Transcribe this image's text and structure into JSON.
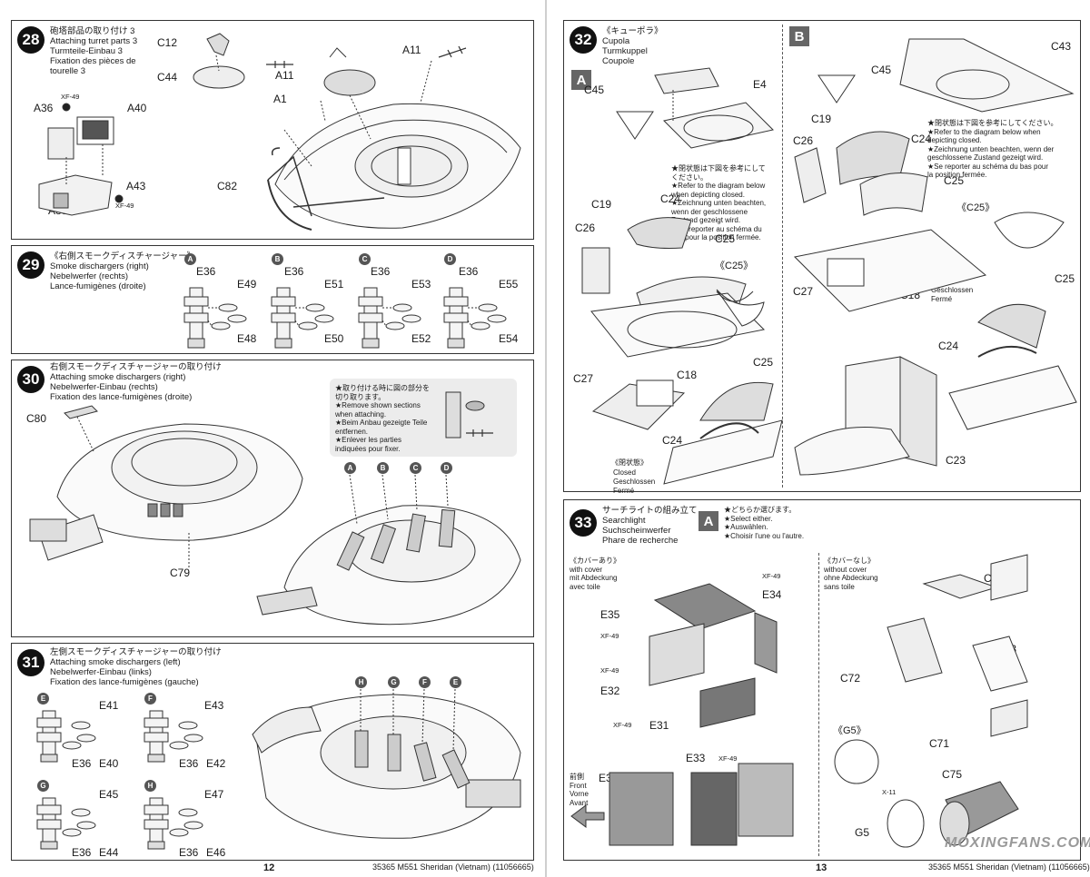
{
  "step28": {
    "num": "28",
    "title_jp": "砲塔部品の取り付け 3",
    "title_en": "Attaching turret parts 3",
    "title_de": "Turmteile-Einbau 3",
    "title_fr": "Fixation des pièces de\ntourelle 3",
    "labels": [
      "C12",
      "C44",
      "A36",
      "XF-49",
      "A40",
      "A43",
      "XF-49",
      "A38",
      "A11",
      "A11",
      "A1",
      "C82"
    ]
  },
  "step29": {
    "num": "29",
    "title_jp": "《右側スモークディスチャージャー》",
    "title_en": "Smoke dischargers (right)",
    "title_de": "Nebelwerfer (rechts)",
    "title_fr": "Lance-fumigènes (droite)",
    "variants": [
      {
        "key": "A",
        "top": "E36",
        "right": "E49",
        "bottom": "E48"
      },
      {
        "key": "B",
        "top": "E36",
        "right": "E51",
        "bottom": "E50"
      },
      {
        "key": "C",
        "top": "E36",
        "right": "E53",
        "bottom": "E52"
      },
      {
        "key": "D",
        "top": "E36",
        "right": "E55",
        "bottom": "E54"
      }
    ]
  },
  "step30": {
    "num": "30",
    "title_jp": "右側スモークディスチャージャーの取り付け",
    "title_en": "Attaching smoke dischargers (right)",
    "title_de": "Nebelwerfer-Einbau (rechts)",
    "title_fr": "Fixation des lance-fumigènes (droite)",
    "note": "★取り付ける時に図の部分を\n切り取ります。\n★Remove shown sections\nwhen attaching.\n★Beim Anbau gezeigte Teile\nentfernen.\n★Enlever les parties\nindiquées pour fixer.",
    "labels": [
      "C80",
      "C79"
    ],
    "markers": [
      "A",
      "B",
      "C",
      "D"
    ]
  },
  "step31": {
    "num": "31",
    "title_jp": "左側スモークディスチャージャーの取り付け",
    "title_en": "Attaching smoke dischargers (left)",
    "title_de": "Nebelwerfer-Einbau (links)",
    "title_fr": "Fixation des lance-fumigènes (gauche)",
    "variants": [
      {
        "key": "E",
        "right": "E41",
        "bottom_l": "E36",
        "bottom_r": "E40"
      },
      {
        "key": "F",
        "right": "E43",
        "bottom_l": "E36",
        "bottom_r": "E42"
      },
      {
        "key": "G",
        "right": "E45",
        "bottom_l": "E36",
        "bottom_r": "E44"
      },
      {
        "key": "H",
        "right": "E47",
        "bottom_l": "E36",
        "bottom_r": "E46"
      }
    ],
    "markers": [
      "H",
      "G",
      "F",
      "E"
    ]
  },
  "step32": {
    "num": "32",
    "title_jp": "《キューポラ》",
    "title_en": "Cupola",
    "title_de": "Turmkuppel",
    "title_fr": "Coupole",
    "note": "★閉状態は下図を参考にして\nください。\n★Refer to the diagram below\nwhen depicting closed.\n★Zeichnung unten beachten,\nwenn der geschlossene\nZustand gezeigt wird.\n★Se reporter au schéma du\nbas pour la position fermée.",
    "noteB": "★閉状態は下図を参考にしてください。\n★Refer to the diagram below when\ndepicting closed.\n★Zeichnung unten beachten, wenn der\ngeschlossene Zustand gezeigt wird.\n★Se reporter au schéma du bas pour\nla position fermée.",
    "closed_jp": "《閉状態》",
    "closed_en": "Closed",
    "closed_de": "Geschlossen",
    "closed_fr": "Fermé",
    "c25_detail": "《C25》",
    "labels_a": [
      "C45",
      "E4",
      "C19",
      "C24",
      "C26",
      "C25",
      "C27",
      "C18",
      "C25",
      "C24"
    ],
    "labels_b": [
      "C45",
      "C43",
      "C19",
      "C24",
      "C26",
      "C25",
      "C27",
      "C18",
      "C25",
      "C24",
      "C23"
    ]
  },
  "step33": {
    "num": "33",
    "title_jp": "サーチライトの組み立て",
    "title_en": "Searchlight",
    "title_de": "Suchscheinwerfer",
    "title_fr": "Phare de recherche",
    "note": "★どちらか選びます。\n★Select either.\n★Auswählen.\n★Choisir l'une ou l'autre.",
    "with_cover": "《カバーあり》\nwith cover\nmit Abdeckung\navec toile",
    "without_cover": "《カバーなし》\nwithout cover\nohne Abdeckung\nsans toile",
    "front": "前側\nFront\nVorne\nAvant",
    "g5_detail": "《G5》",
    "labels": [
      "E35",
      "XF-49",
      "E34",
      "XF-49",
      "XF-49",
      "E32",
      "XF-49",
      "E31",
      "E33",
      "E33",
      "XF-49",
      "C74",
      "C73",
      "C72",
      "C71",
      "C75",
      "X-11",
      "G5"
    ]
  },
  "footer": {
    "left_page": "12",
    "right_page": "13",
    "left_code": "35365  M551 Sheridan (Vietnam) (11056665)",
    "right_code": "35365  M551 Sheridan (Vietnam) (11056665)",
    "watermark": "MOXINGFANS.COM"
  },
  "boxes": {
    "A": "A",
    "B": "B",
    "A2": "A"
  }
}
